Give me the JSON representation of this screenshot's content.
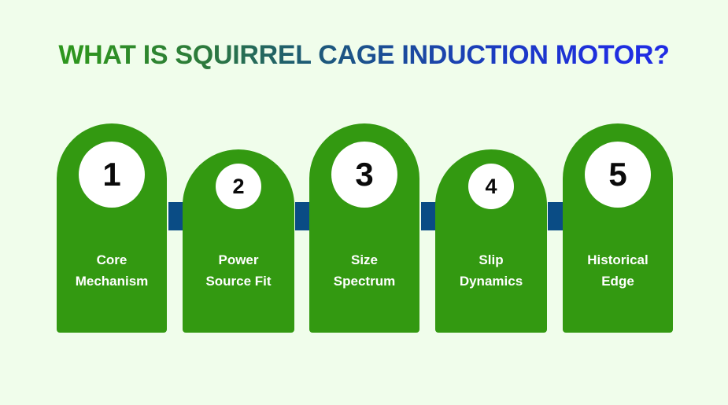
{
  "page": {
    "background_color": "#f0fdeb",
    "title": "WHAT IS SQUIRREL CAGE INDUCTION MOTOR?",
    "title_gradient_start": "#2a9a18",
    "title_gradient_end": "#1f2ee0"
  },
  "theme": {
    "card_color": "#339911",
    "circle_color": "#ffffff",
    "number_color": "#0a0a0a",
    "label_color": "#ffffff",
    "arrow_color": "#0a4c85"
  },
  "steps": [
    {
      "number": "1",
      "line1": "Core",
      "line2": "Mechanism",
      "size": "tall"
    },
    {
      "number": "2",
      "line1": "Power",
      "line2": "Source Fit",
      "size": "short"
    },
    {
      "number": "3",
      "line1": "Size",
      "line2": "Spectrum",
      "size": "tall"
    },
    {
      "number": "4",
      "line1": "Slip",
      "line2": "Dynamics",
      "size": "short"
    },
    {
      "number": "5",
      "line1": "Historical",
      "line2": "Edge",
      "size": "tall"
    }
  ],
  "arrows": [
    {
      "name": "arrow-1-to-2"
    },
    {
      "name": "arrow-2-to-3"
    },
    {
      "name": "arrow-3-to-4"
    },
    {
      "name": "arrow-4-to-5"
    }
  ]
}
